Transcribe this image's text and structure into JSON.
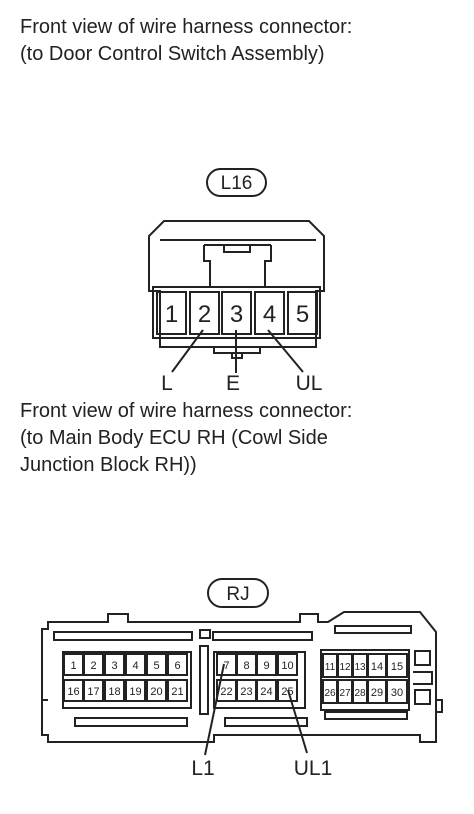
{
  "connector1": {
    "caption_line1": "Front view of wire harness connector:",
    "caption_line2": "(to Door Control Switch Assembly)",
    "id": "L16",
    "pins": [
      "1",
      "2",
      "3",
      "4",
      "5"
    ],
    "wire_labels": [
      "L",
      "E",
      "UL"
    ]
  },
  "connector2": {
    "caption_line1": "Front view of wire harness connector:",
    "caption_line2": "(to Main Body ECU RH (Cowl Side",
    "caption_line3": "Junction Block RH))",
    "id": "RJ",
    "left_top": [
      "1",
      "2",
      "3",
      "4",
      "5",
      "6"
    ],
    "left_bottom": [
      "16",
      "17",
      "18",
      "19",
      "20",
      "21"
    ],
    "mid_top": [
      "7",
      "8",
      "9",
      "10"
    ],
    "mid_bottom": [
      "22",
      "23",
      "24",
      "25"
    ],
    "right_top": [
      "11",
      "12",
      "13",
      "14",
      "15"
    ],
    "right_bottom": [
      "26",
      "27",
      "28",
      "29",
      "30"
    ],
    "wire_labels": [
      "L1",
      "UL1"
    ]
  }
}
